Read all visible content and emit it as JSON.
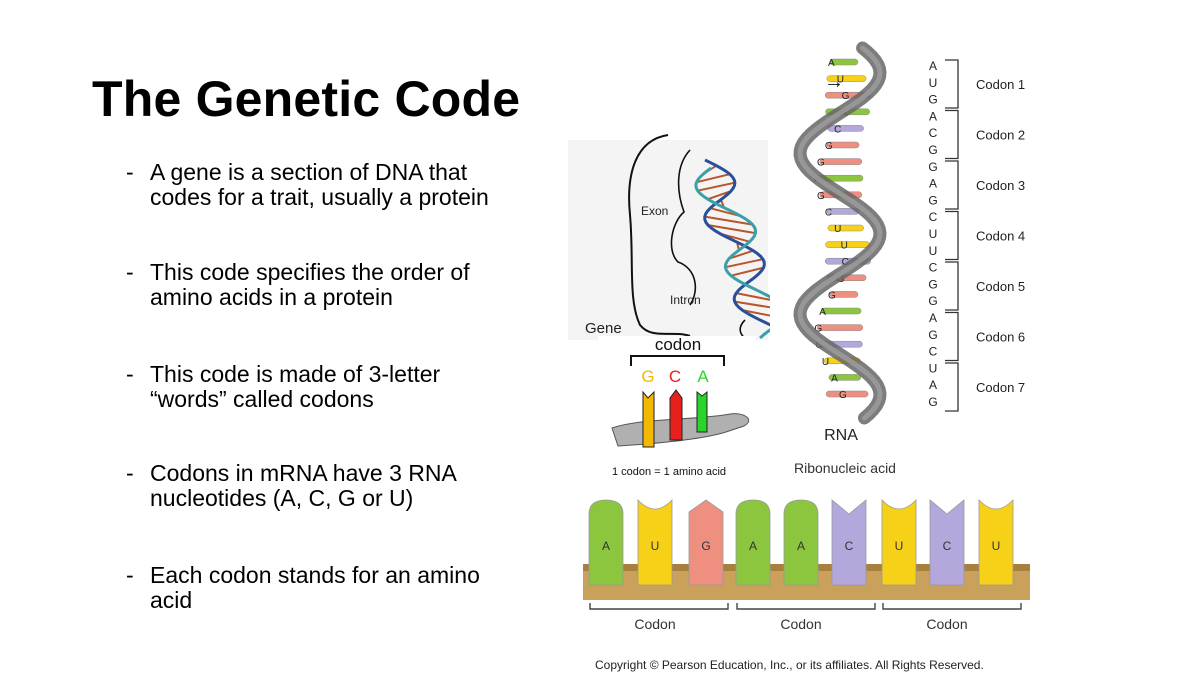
{
  "slide": {
    "title": "The Genetic Code",
    "bullets": [
      {
        "dash": "-",
        "text": "A gene is a section of DNA that\ncodes for a trait, usually a protein"
      },
      {
        "dash": "-",
        "text": "This code specifies the order of\namino acids in a protein"
      },
      {
        "dash": "-",
        "text": "This code is made of 3-letter\n“words” called codons"
      },
      {
        "dash": "-",
        "text": "Codons in mRNA have 3 RNA\nnucleotides (A, C, G or U)"
      },
      {
        "dash": "-",
        "text": "Each codon stands for an amino\nacid"
      }
    ]
  },
  "gene_figure": {
    "exon_label": "Exon",
    "intron_label": "Intron",
    "gene_label": "Gene"
  },
  "codon_inset": {
    "heading": "codon",
    "bases": [
      "G",
      "C",
      "A"
    ],
    "caption": "1 codon = 1 amino acid"
  },
  "rna_figure": {
    "title": "RNA",
    "subtitle": "Ribonucleic acid",
    "strand_left": [
      "A",
      "U",
      "G",
      "A",
      "C",
      "G",
      "G",
      "A",
      "G",
      "C",
      "U",
      "U",
      "C",
      "G",
      "G",
      "A",
      "G",
      "C",
      "U",
      "A",
      "G"
    ],
    "sequence": [
      "A",
      "U",
      "G",
      "A",
      "C",
      "G",
      "G",
      "A",
      "G",
      "C",
      "U",
      "U",
      "C",
      "G",
      "G",
      "A",
      "G",
      "C",
      "U",
      "A",
      "G"
    ],
    "codons": [
      "Codon 1",
      "Codon 2",
      "Codon 3",
      "Codon 4",
      "Codon 5",
      "Codon 6",
      "Codon 7"
    ]
  },
  "strip_figure": {
    "bases": [
      "A",
      "U",
      "G",
      "A",
      "A",
      "C",
      "U",
      "C",
      "U"
    ],
    "codon_labels": [
      "Codon",
      "Codon",
      "Codon"
    ],
    "copyright": "Copyright © Pearson Education, Inc., or its affiliates. All Rights Reserved."
  },
  "colors": {
    "A": "#8cc63f",
    "U": "#f7d117",
    "G": "#ee8f80",
    "C": "#b3a7dc",
    "helix": "#777777",
    "backbone": "#c9a15a",
    "inset_G": "#f5b800",
    "inset_C": "#e8201c",
    "inset_A": "#2bd42b"
  }
}
